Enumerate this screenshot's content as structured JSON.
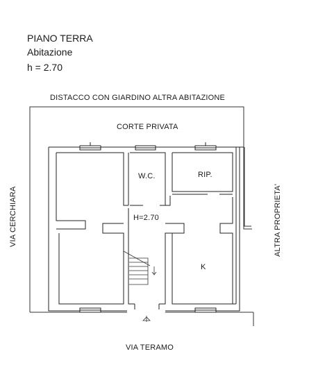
{
  "header": {
    "title": "PIANO TERRA",
    "subtitle": "Abitazione",
    "height": "h = 2.70"
  },
  "labels": {
    "top_boundary": "DISTACCO CON GIARDINO ALTRA ABITAZIONE",
    "courtyard": "CORTE PRIVATA",
    "left_street": "VIA CERCHIARA",
    "right_property": "ALTRA PROPRIETA'",
    "bottom_street": "VIA TERAMO",
    "room_wc": "W.C.",
    "room_storage": "RIP.",
    "room_kitchen": "K",
    "interior_height": "H=2.70"
  }
}
